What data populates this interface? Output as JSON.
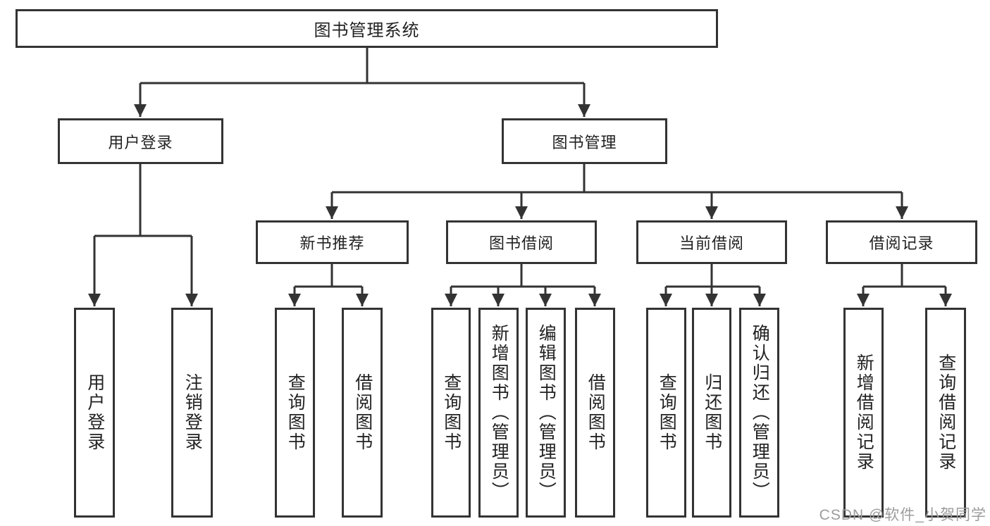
{
  "tree": {
    "label": "图书管理系统",
    "children": [
      {
        "label": "用户登录",
        "children": [
          {
            "label": "用户登录"
          },
          {
            "label": "注销登录"
          }
        ]
      },
      {
        "label": "图书管理",
        "children": [
          {
            "label": "新书推荐",
            "children": [
              {
                "label": "查询图书"
              },
              {
                "label": "借阅图书"
              }
            ]
          },
          {
            "label": "图书借阅",
            "children": [
              {
                "label": "查询图书"
              },
              {
                "label": "新增图书（管理员）"
              },
              {
                "label": "编辑图书（管理员）"
              },
              {
                "label": "借阅图书"
              }
            ]
          },
          {
            "label": "当前借阅",
            "children": [
              {
                "label": "查询图书"
              },
              {
                "label": "归还图书"
              },
              {
                "label": "确认归还（管理员）"
              }
            ]
          },
          {
            "label": "借阅记录",
            "children": [
              {
                "label": "新增借阅记录"
              },
              {
                "label": "查询借阅记录"
              }
            ]
          }
        ]
      }
    ]
  },
  "watermark": "CSDN @软件_小贺同学",
  "colors": {
    "line": "#333333",
    "box_border": "#333333",
    "box_fill": "#ffffff",
    "text": "#222222",
    "watermark": "#9c9c9c",
    "background": "#ffffff"
  }
}
